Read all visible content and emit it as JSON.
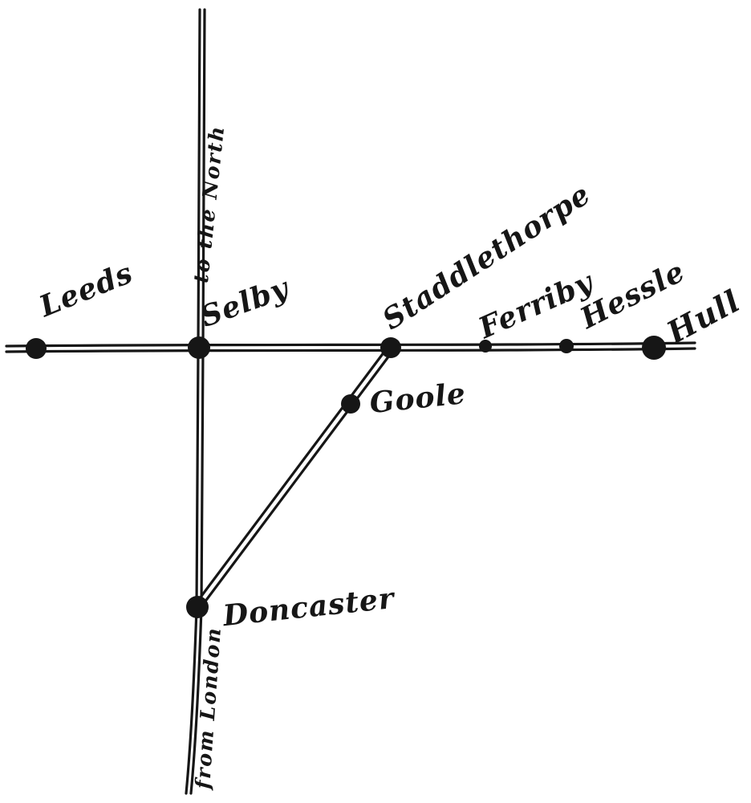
{
  "figure": {
    "description": "Hand-drawn railway route diagram",
    "background_color": "#ffffff",
    "ink_color": "#161616"
  },
  "diagram": {
    "stations": [
      {
        "name": "Leeds"
      },
      {
        "name": "Selby"
      },
      {
        "name": "Staddlethorpe"
      },
      {
        "name": "Ferriby"
      },
      {
        "name": "Hessle"
      },
      {
        "name": "Hull"
      },
      {
        "name": "Goole"
      },
      {
        "name": "Doncaster"
      }
    ],
    "annotations": {
      "north": "to the North",
      "london": "from London"
    },
    "lines": [
      {
        "name": "main-line",
        "stations": [
          "Leeds",
          "Selby",
          "Staddlethorpe",
          "Ferriby",
          "Hessle",
          "Hull"
        ]
      },
      {
        "name": "north-south-line",
        "through": "Selby",
        "top_label": "to the North",
        "bottom_label": "from London"
      },
      {
        "name": "branch-line",
        "stations": [
          "Doncaster",
          "Goole",
          "Staddlethorpe"
        ]
      }
    ]
  }
}
